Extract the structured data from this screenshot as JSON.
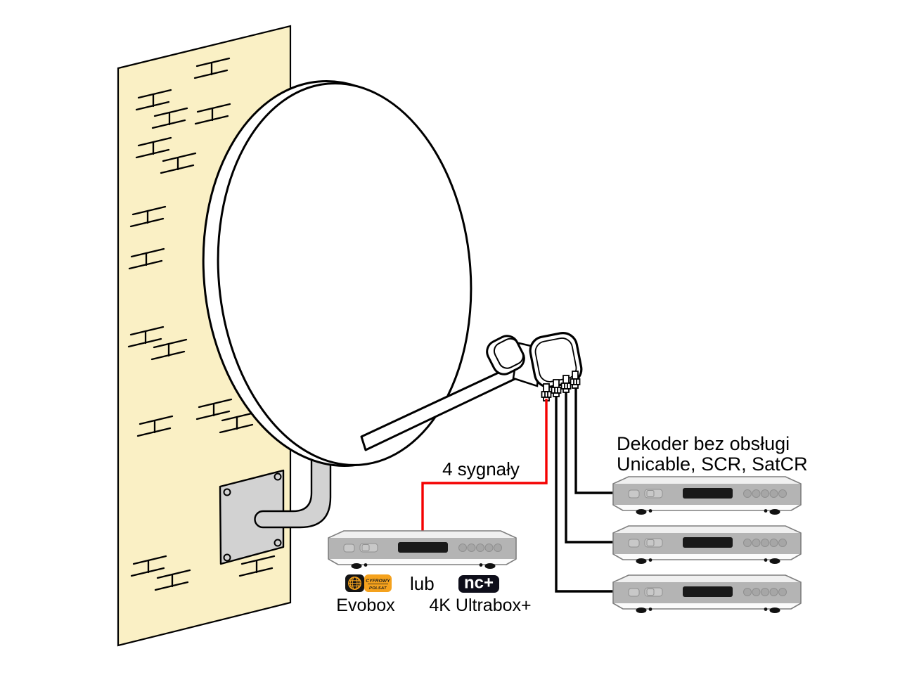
{
  "labels": {
    "signals": "4 sygnały",
    "decoder_note_line1": "Dekoder bez obsługi",
    "decoder_note_line2": "Unicable, SCR, SatCR",
    "or": "lub",
    "evobox": "Evobox",
    "ultrabox": "4K Ultrabox+"
  },
  "logos": {
    "cyfrowy_polsat": {
      "line1": "CYFROWY",
      "line2": "POLSAT"
    },
    "nc_plus": {
      "text": "nc+"
    }
  },
  "icons": {
    "satellite_dish": "dish-ellipse-shape",
    "lnb": "quad-lnb-shape",
    "f_connector": "f-connector-stub",
    "brick_mark": "wall-brick-glyph",
    "globe": "orange-wireframe-globe"
  },
  "colors": {
    "wall": "#FAF0C5",
    "cable_signal": "#F40000",
    "cable_black": "#000000",
    "metal_gray": "#D2D2D2",
    "decoder_front": "#B4B4B4",
    "decoder_top": "#F0F0F0",
    "decoder_bottom": "#FBFBFB",
    "brand_orange": "#F5A21D",
    "logo_dark": "#141414",
    "nc_dark": "#0E0E1A"
  }
}
